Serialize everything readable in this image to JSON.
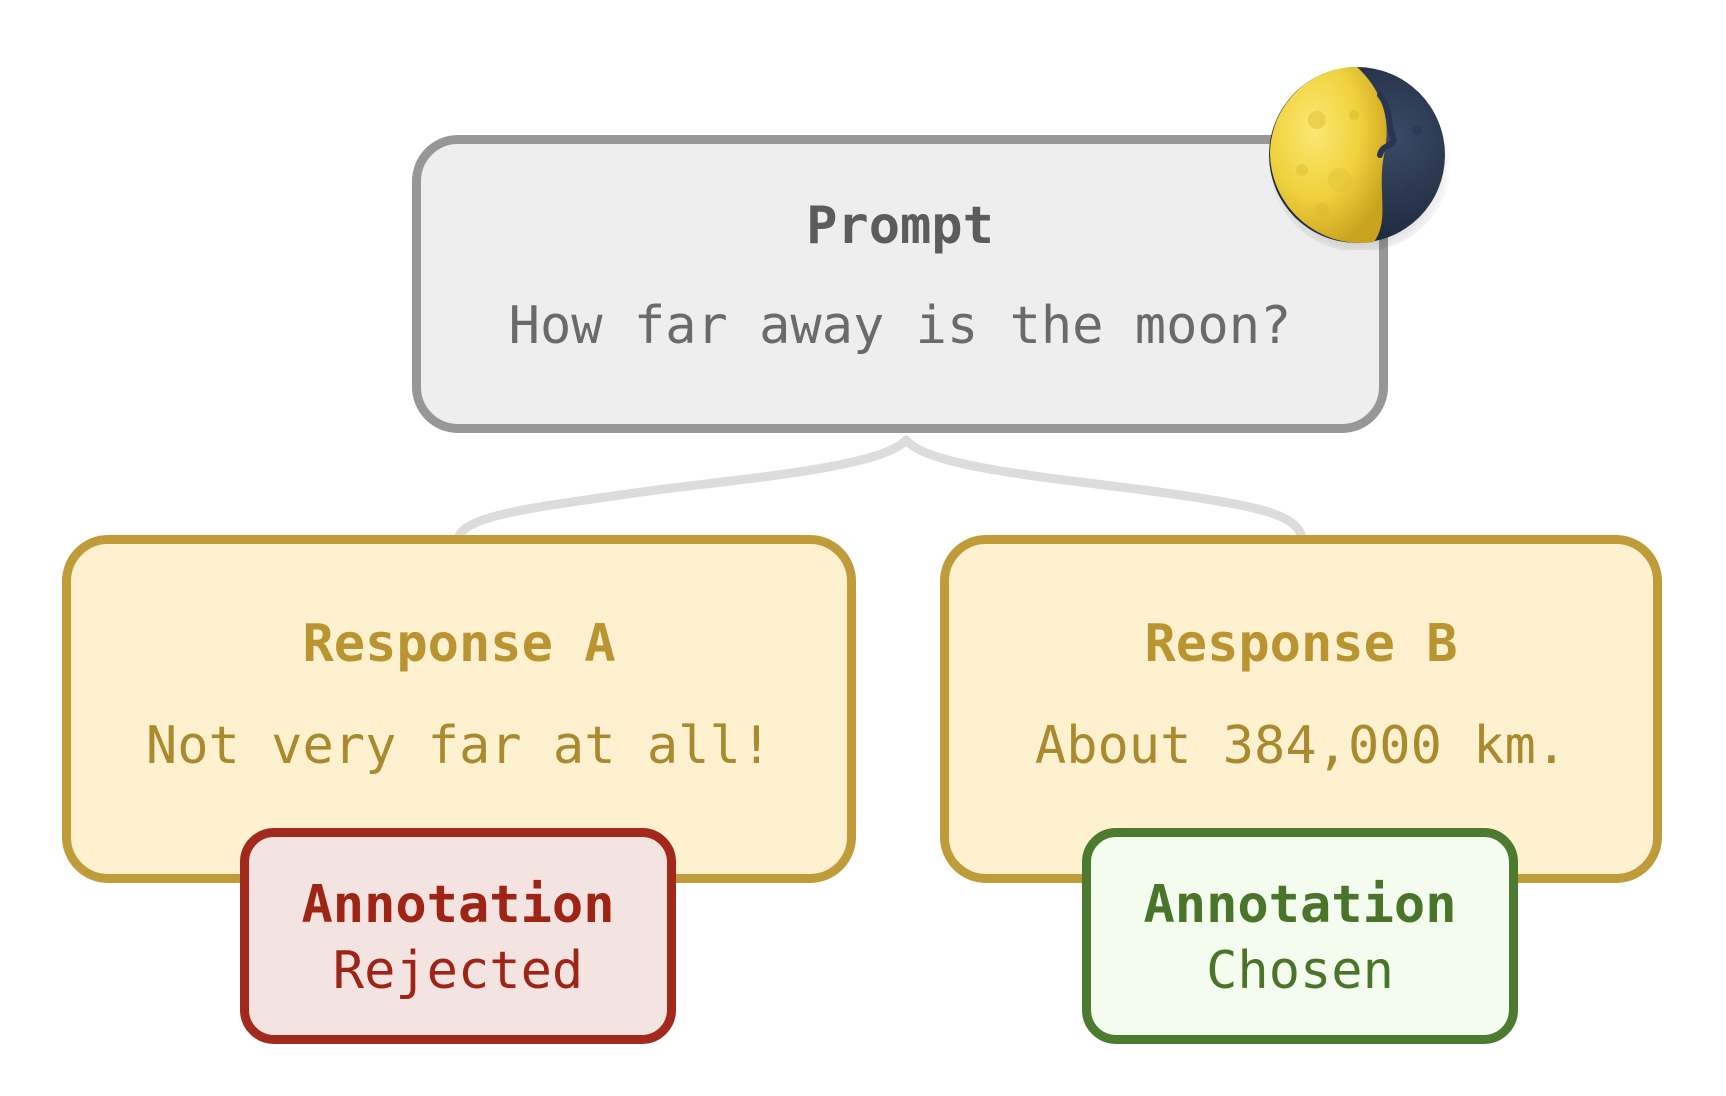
{
  "prompt": {
    "title": "Prompt",
    "text": "How far away is the moon?"
  },
  "responses": [
    {
      "title": "Response A",
      "text": "Not very far at all!",
      "annotation": {
        "title": "Annotation",
        "label": "Rejected"
      }
    },
    {
      "title": "Response B",
      "text": "About 384,000 km.",
      "annotation": {
        "title": "Annotation",
        "label": "Chosen"
      }
    }
  ],
  "icons": {
    "prompt_badge": "waxing-gibbous-moon-icon"
  },
  "colors": {
    "prompt_border": "#979797",
    "prompt_fill": "#eeeeee",
    "response_border": "#bf9b3a",
    "response_fill": "#fdf1d0",
    "rejected": "#a3291c",
    "chosen": "#4c7a2f"
  }
}
